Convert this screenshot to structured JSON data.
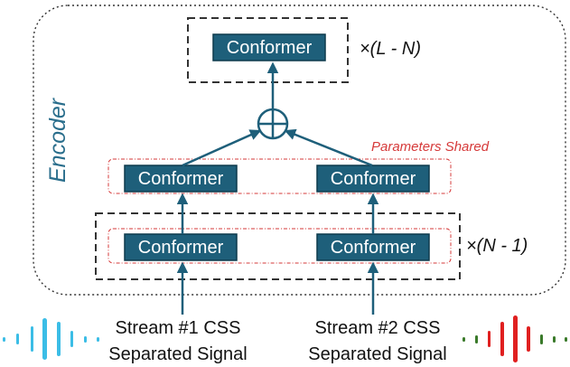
{
  "encoder": {
    "label": "Encoder"
  },
  "blocks": {
    "top": "Conformer",
    "shared_left": "Conformer",
    "shared_right": "Conformer",
    "lower_left": "Conformer",
    "lower_right": "Conformer"
  },
  "annotations": {
    "top_repeat": "×(L - N)",
    "lower_repeat": "×(N - 1)",
    "parameters_shared": "Parameters Shared"
  },
  "inputs": [
    {
      "line1": "Stream #1 CSS",
      "line2": "Separated Signal"
    },
    {
      "line1": "Stream #2 CSS",
      "line2": "Separated Signal"
    }
  ],
  "colors": {
    "block_fill": "#1e5f7a",
    "encoder_text": "#2a6e8c",
    "shared_label": "#d63a3a",
    "wave_left": "#3bbde6",
    "wave_right_red": "#e02020",
    "wave_right_green": "#3a7a2a"
  }
}
